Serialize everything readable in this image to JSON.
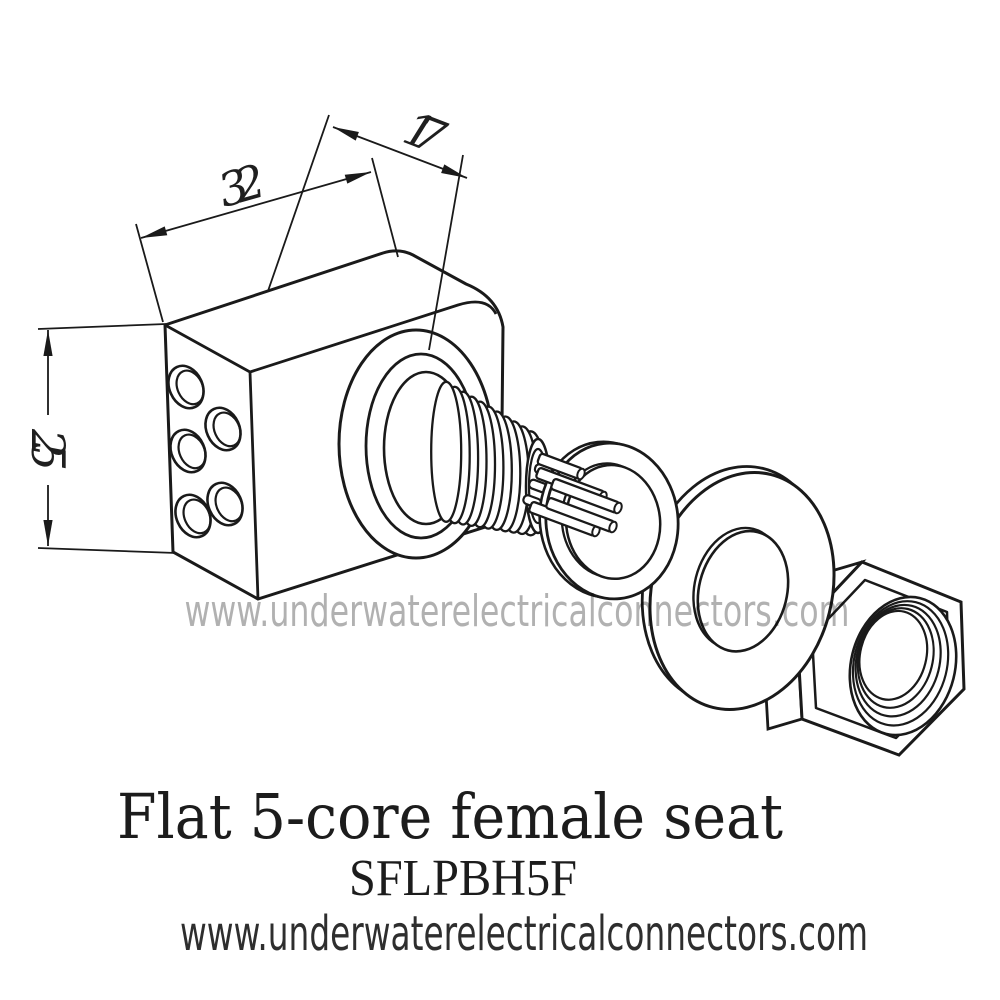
{
  "page": {
    "background": "#ffffff"
  },
  "colors": {
    "line": "#1a1a1a",
    "dimension_text": "#1f1f1f",
    "watermark": "#b1b1b1",
    "caption": "#1c1c1c",
    "url": "#2e2e2e"
  },
  "dimensions": {
    "top_width": "32",
    "thread_length": "17",
    "side_height": "25"
  },
  "watermark": {
    "text": "www.underwaterelectricalconnectors.com"
  },
  "caption": {
    "title": "Flat 5-core female seat",
    "model": "SFLPBH5F",
    "website": "www.underwaterelectricalconnectors.com"
  }
}
